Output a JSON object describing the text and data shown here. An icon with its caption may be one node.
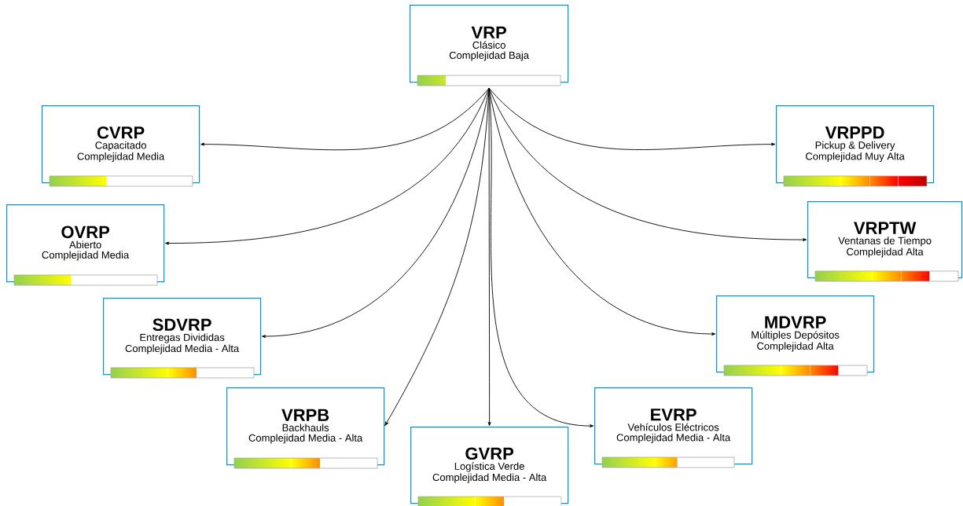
{
  "diagram": {
    "nodes": [
      {
        "text": [
          "VRP",
          "Clásico",
          "Complejidad Baja"
        ]
      },
      {
        "text": [
          "CVRP",
          "Capacitado",
          "Complejidad Media"
        ]
      },
      {
        "text": [
          "VRPPD",
          "Pickup & Delivery",
          "Complejidad Muy Alta"
        ]
      },
      {
        "text": [
          "OVRP",
          "Abierto",
          "Complejidad Media"
        ]
      },
      {
        "text": [
          "VRPTW",
          "Ventanas de Tiempo",
          "Complejidad Alta"
        ]
      },
      {
        "text": [
          "SDVRP",
          "Entregas Divididas",
          "Complejidad Media - Alta"
        ]
      },
      {
        "text": [
          "MDVRP",
          "Múltiples Depósitos",
          "Complejidad Alta"
        ]
      },
      {
        "text": [
          "VRPB",
          "Backhauls",
          "Complejidad Media - Alta"
        ]
      },
      {
        "text": [
          "EVRP",
          "Vehículos Eléctricos",
          "Complejidad Media - Alta"
        ]
      },
      {
        "text": [
          "GVRP",
          "Logística Verde",
          "Complejidad Media - Alta"
        ]
      }
    ],
    "edges": [
      {
        "from": 0,
        "to": 1,
        "arrow": "to"
      },
      {
        "from": 0,
        "to": 2,
        "arrow": "to"
      },
      {
        "from": 0,
        "to": 3,
        "arrow": "to"
      },
      {
        "from": 0,
        "to": 4,
        "arrow": "to"
      },
      {
        "from": 0,
        "to": 5,
        "arrow": "to"
      },
      {
        "from": 0,
        "to": 6,
        "arrow": "to"
      },
      {
        "from": 0,
        "to": 7,
        "arrow": "to"
      },
      {
        "from": 0,
        "to": 8,
        "arrow": "to"
      },
      {
        "from": 0,
        "to": 9,
        "arrow": "to"
      }
    ]
  }
}
